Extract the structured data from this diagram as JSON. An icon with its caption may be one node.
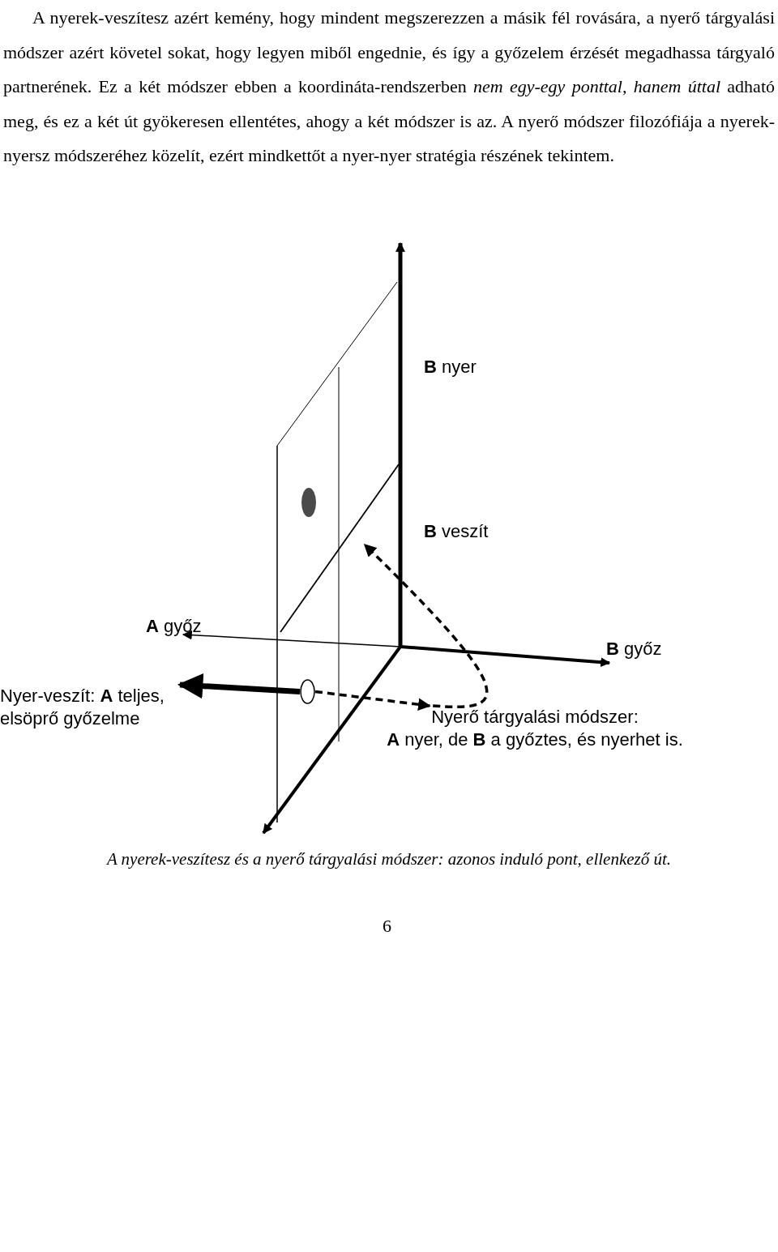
{
  "diagram": {
    "caption": "A nyerek-veszítesz és a nyerő tárgyalási módszer: azonos induló pont, ellenkező út.",
    "nodes": [
      {
        "text": [],
        "shape": "circle"
      },
      {
        "text": [
          "Nyer-veszít: **A** teljes, elsöprő győzelme"
        ]
      },
      {
        "text": [
          "Nyerő tárgyalási módszer:",
          "**A** nyer, de **B** a győztes, és nyerhet is."
        ]
      }
    ],
    "edges": [
      {
        "from": 0,
        "to": 1,
        "arrow": "to",
        "style": "thick"
      },
      {
        "from": 0,
        "to": 2,
        "arrow": "to",
        "style": "dashed"
      },
      {
        "from": 2,
        "to": null,
        "arrow": "to",
        "style": "dashed"
      }
    ],
    "labels": [
      "A nyerek-veszítesz azért kemény, hogy mindent megszerezzen a másik fél rovására, a nyerő tárgyalási módszer azért követel sokat, hogy legyen miből engednie, és így a győzelem érzését megadhassa tárgyaló partnerének. Ez a két módszer ebben a koordináta-rendszerben *nem egy-egy ponttal, hanem úttal* adható meg, és ez a két út gyökeresen ellentétes, ahogy a két módszer is az. A nyerő módszer filozófiája a nyerek-nyersz módszeréhez közelít, ezért mindkettőt a nyer-nyer stratégia részének tekintem.",
      "**B** nyer",
      "**B** veszít",
      "**A** győz",
      "**B** győz",
      "6"
    ]
  }
}
